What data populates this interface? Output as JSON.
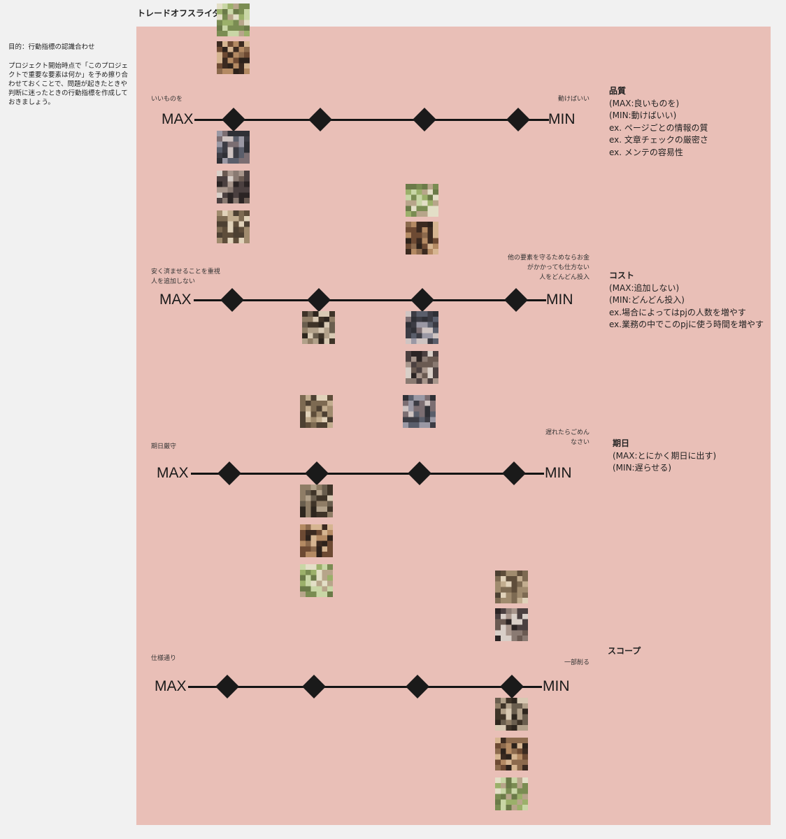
{
  "frame_title": "トレードオフスライダー",
  "purpose": {
    "goal": "目的：行動指標の認識合わせ",
    "body": "プロジェクト開始時点で「このプロジェクトで重要な要素は何か」を予め擦り合わせておくことで、問題が起きたときや判断に迷ったときの行動指標を作成しておきましょう。"
  },
  "colors": {
    "board": "#e9bfb7",
    "line": "#141414",
    "background": "#f1f1f1"
  },
  "sliders": [
    {
      "max_label": "MAX",
      "min_label": "MIN",
      "left_note": [
        "いいものを"
      ],
      "right_note": [
        "動けばいい"
      ],
      "title": "品質",
      "lines": [
        "(MAX:良いものを)",
        "(MIN:動けばいい)",
        "ex. ページごとの情報の質",
        "ex. 文章チェックの厳密さ",
        "ex. メンテの容易性"
      ],
      "votes": [
        5,
        0,
        0,
        0
      ]
    },
    {
      "max_label": "MAX",
      "min_label": "MIN",
      "left_note": [
        "安く済ませることを重視",
        "人を追加しない"
      ],
      "right_note": [
        "他の要素を守るためならお金",
        "がかかっても仕方ない",
        "人をどんどん投入"
      ],
      "title": "コスト",
      "lines": [
        "(MAX:追加しない)",
        "(MIN:どんどん投入)",
        "ex.場合によってはpjの人数を増やす",
        "ex.業務の中でこのpjに使う時間を増やす"
      ],
      "votes": [
        0,
        1,
        4,
        0
      ]
    },
    {
      "max_label": "MAX",
      "min_label": "MIN",
      "left_note": [
        "期日厳守"
      ],
      "right_note": [
        "遅れたらごめん",
        "なさい"
      ],
      "title": "期日",
      "lines": [
        "(MAX:とにかく期日に出す)",
        "(MIN:遅らせる)"
      ],
      "votes": [
        0,
        4,
        1,
        0
      ]
    },
    {
      "max_label": "MAX",
      "min_label": "MIN",
      "left_note": [
        "仕様通り"
      ],
      "right_note": [
        "一部削る"
      ],
      "title": "スコープ",
      "lines": [],
      "votes": [
        0,
        0,
        0,
        5
      ]
    }
  ]
}
